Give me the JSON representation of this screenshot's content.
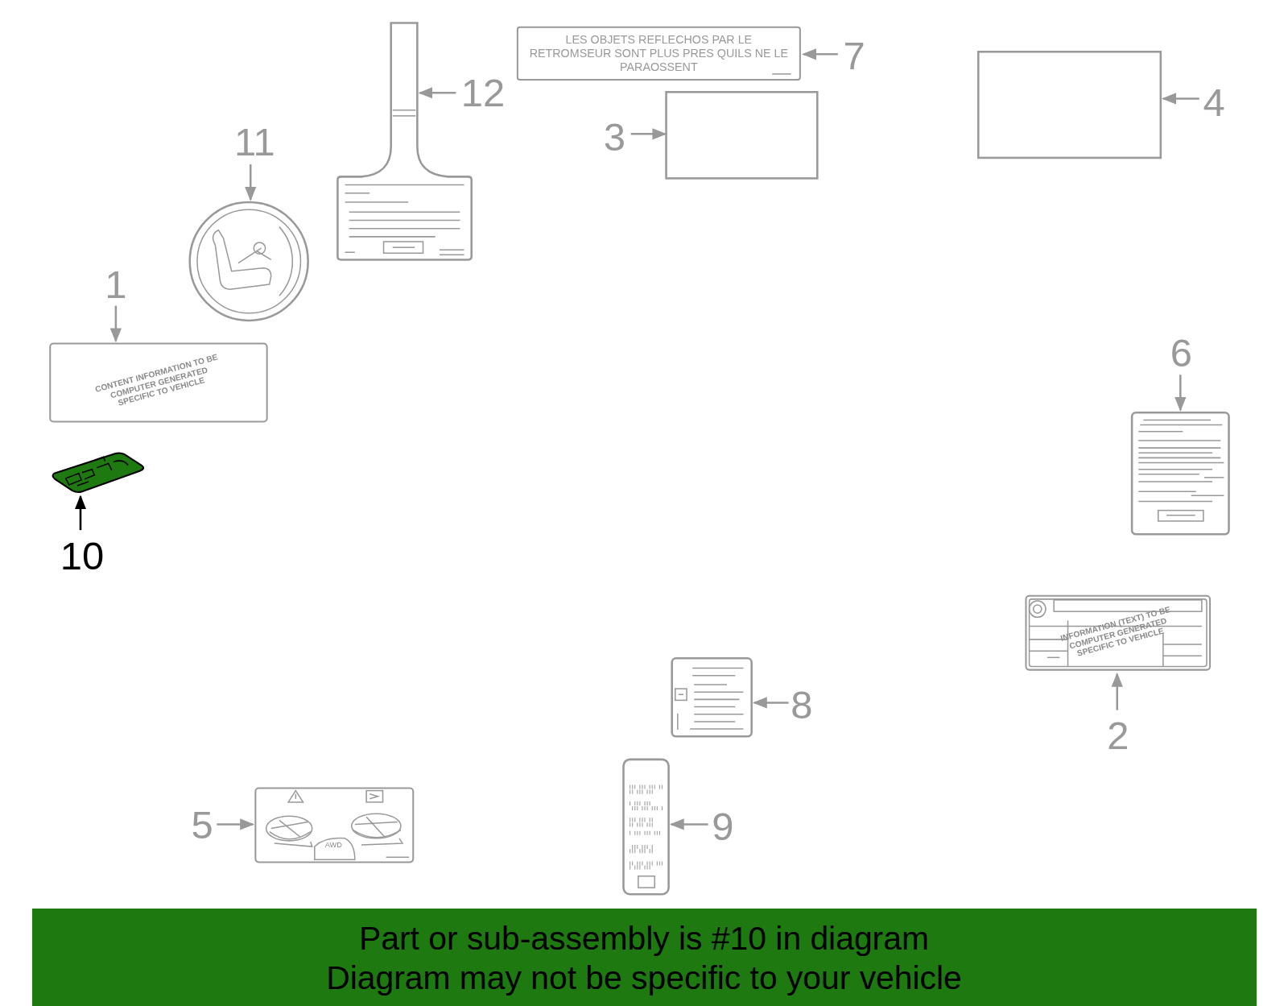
{
  "diagram": {
    "nodes": [
      {
        "text": [
          "LES OBJETS REFLECHOS PAR LE RETROMSEUR SONT PLUS PRES QUILS NE LE PARAOSSENT"
        ]
      },
      {
        "text": [
          "CONTENT INFORMATION TO BE COMPUTER GENERATED SPECIFIC TO VEHICLE"
        ]
      },
      {
        "text": [
          "INFORMATION (TEXT) TO BE COMPUTER GENERATED SPECIFIC TO VEHICLE"
        ]
      },
      {
        "text": [
          "AWD"
        ]
      },
      {
        "text": [
          "Part or sub-assembly is #10 in diagram",
          "Diagram may not be specific to your vehicle"
        ]
      }
    ],
    "edges": [],
    "labels": [
      "12",
      "7",
      "3",
      "4",
      "11",
      "1",
      "6",
      "10",
      "8",
      "2",
      "5",
      "9"
    ]
  }
}
